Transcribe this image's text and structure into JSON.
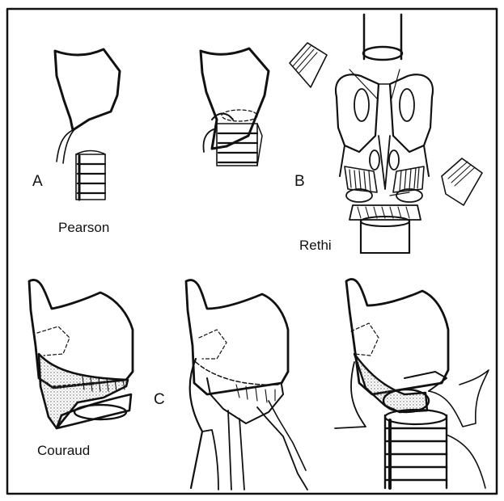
{
  "panels": {
    "a": {
      "letter": "A",
      "name": "Pearson"
    },
    "b": {
      "letter": "B",
      "name": "Rethi"
    },
    "c": {
      "letter": "C",
      "name": "Couraud"
    }
  },
  "colors": {
    "ink": "#111111",
    "paper": "#ffffff",
    "stipple": "#555555"
  }
}
